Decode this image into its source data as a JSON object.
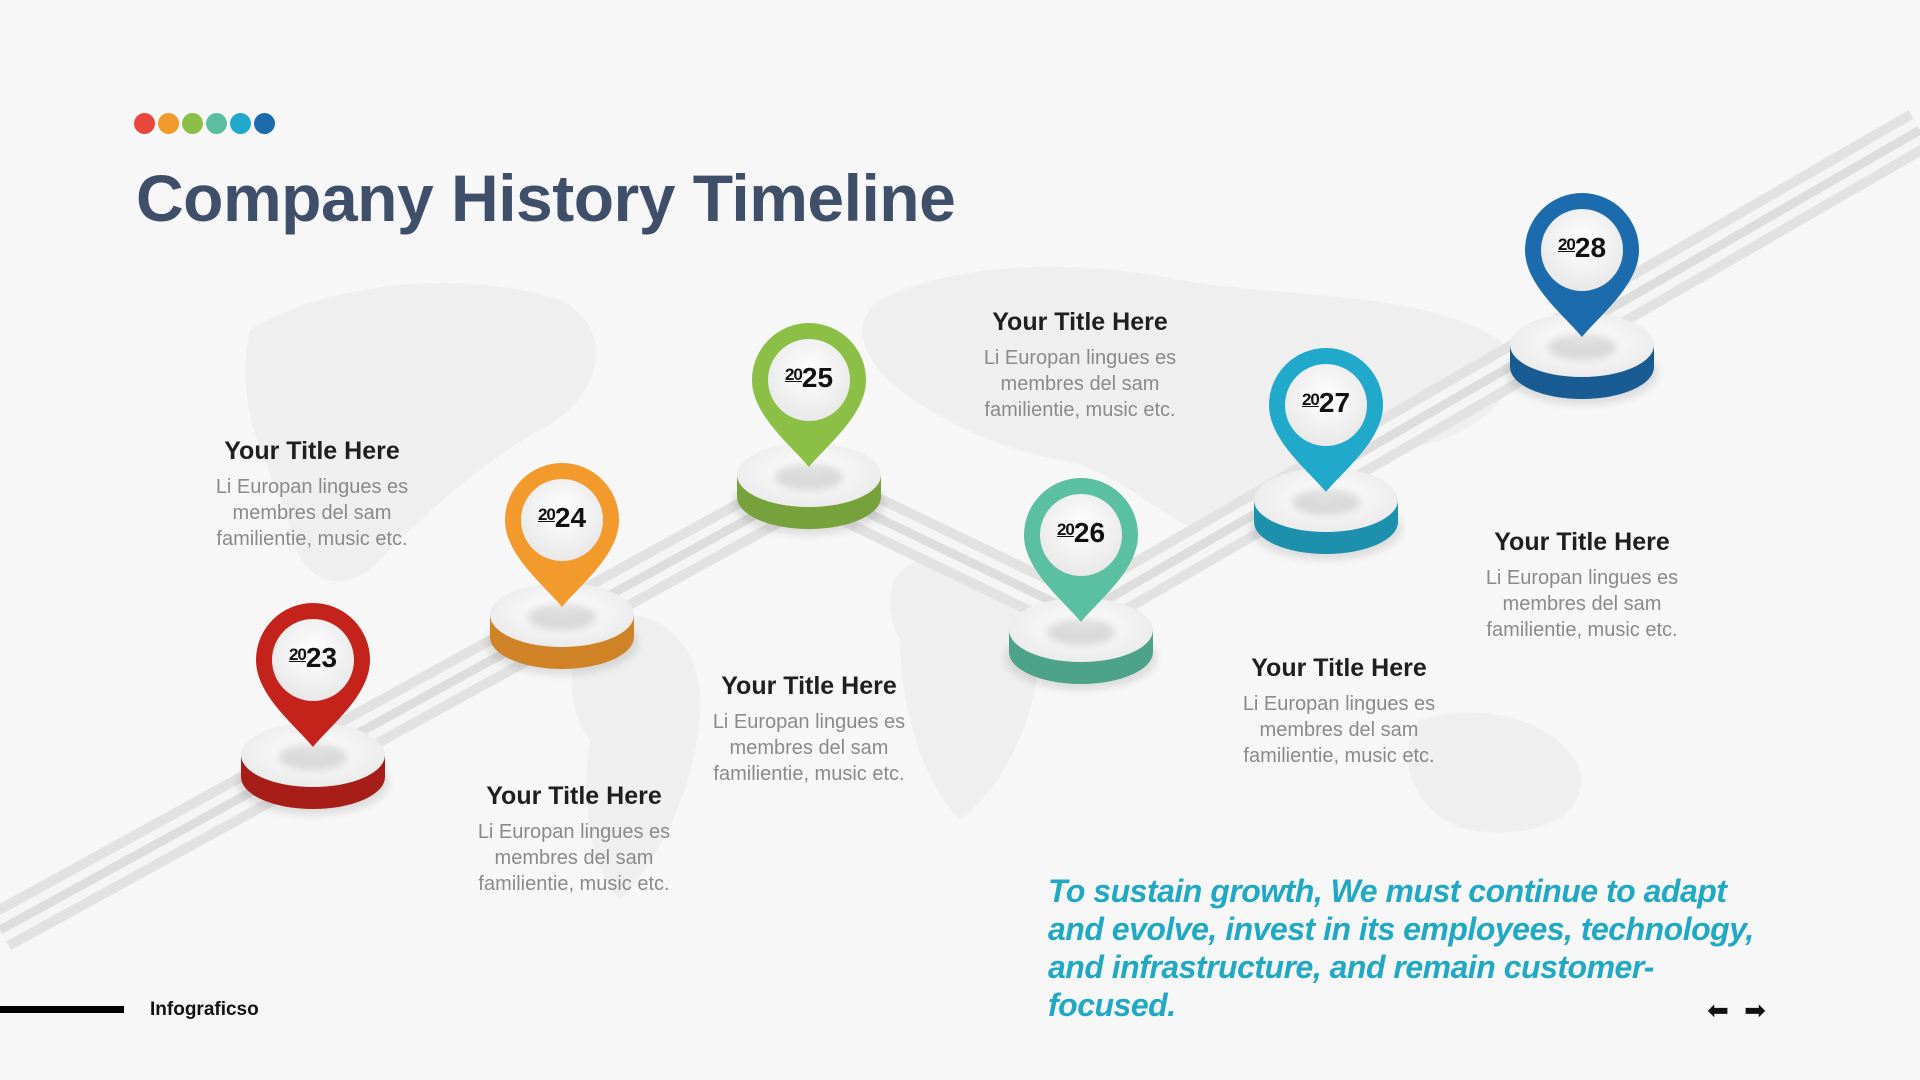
{
  "header": {
    "title": "Company History Timeline"
  },
  "decor": {
    "dot_colors": [
      "#e8473e",
      "#f39a2d",
      "#8cbf45",
      "#5bbf9f",
      "#21a9cc",
      "#1c6cad"
    ]
  },
  "timeline": {
    "milestones": [
      {
        "year_prefix": "20",
        "year_suffix": "23",
        "color": "#c4231c",
        "title": "Your Title Here",
        "body": "Li Europan lingues es membres del sam familientie, music etc."
      },
      {
        "year_prefix": "20",
        "year_suffix": "24",
        "color": "#f39a2d",
        "title": "Your Title Here",
        "body": "Li Europan lingues es membres del sam familientie, music etc."
      },
      {
        "year_prefix": "20",
        "year_suffix": "25",
        "color": "#8cbf45",
        "title": "Your Title Here",
        "body": "Li Europan lingues es membres del sam familientie, music etc."
      },
      {
        "year_prefix": "20",
        "year_suffix": "26",
        "color": "#5bbfa2",
        "title": "Your Title Here",
        "body": "Li Europan lingues es membres del sam familientie, music etc."
      },
      {
        "year_prefix": "20",
        "year_suffix": "27",
        "color": "#21a9cc",
        "title": "Your Title Here",
        "body": "Li Europan lingues es membres del sam familientie, music etc."
      },
      {
        "year_prefix": "20",
        "year_suffix": "28",
        "color": "#1c6cad",
        "title": "Your Title Here",
        "body": "Li Europan lingues es membres del sam familientie, music etc."
      }
    ]
  },
  "quote": {
    "text": "To sustain growth, We must continue to adapt and evolve, invest in its employees, technology, and infrastructure, and remain customer-focused."
  },
  "footer": {
    "brand": "Infograficso",
    "prev_label": "⬅",
    "next_label": "➡"
  }
}
